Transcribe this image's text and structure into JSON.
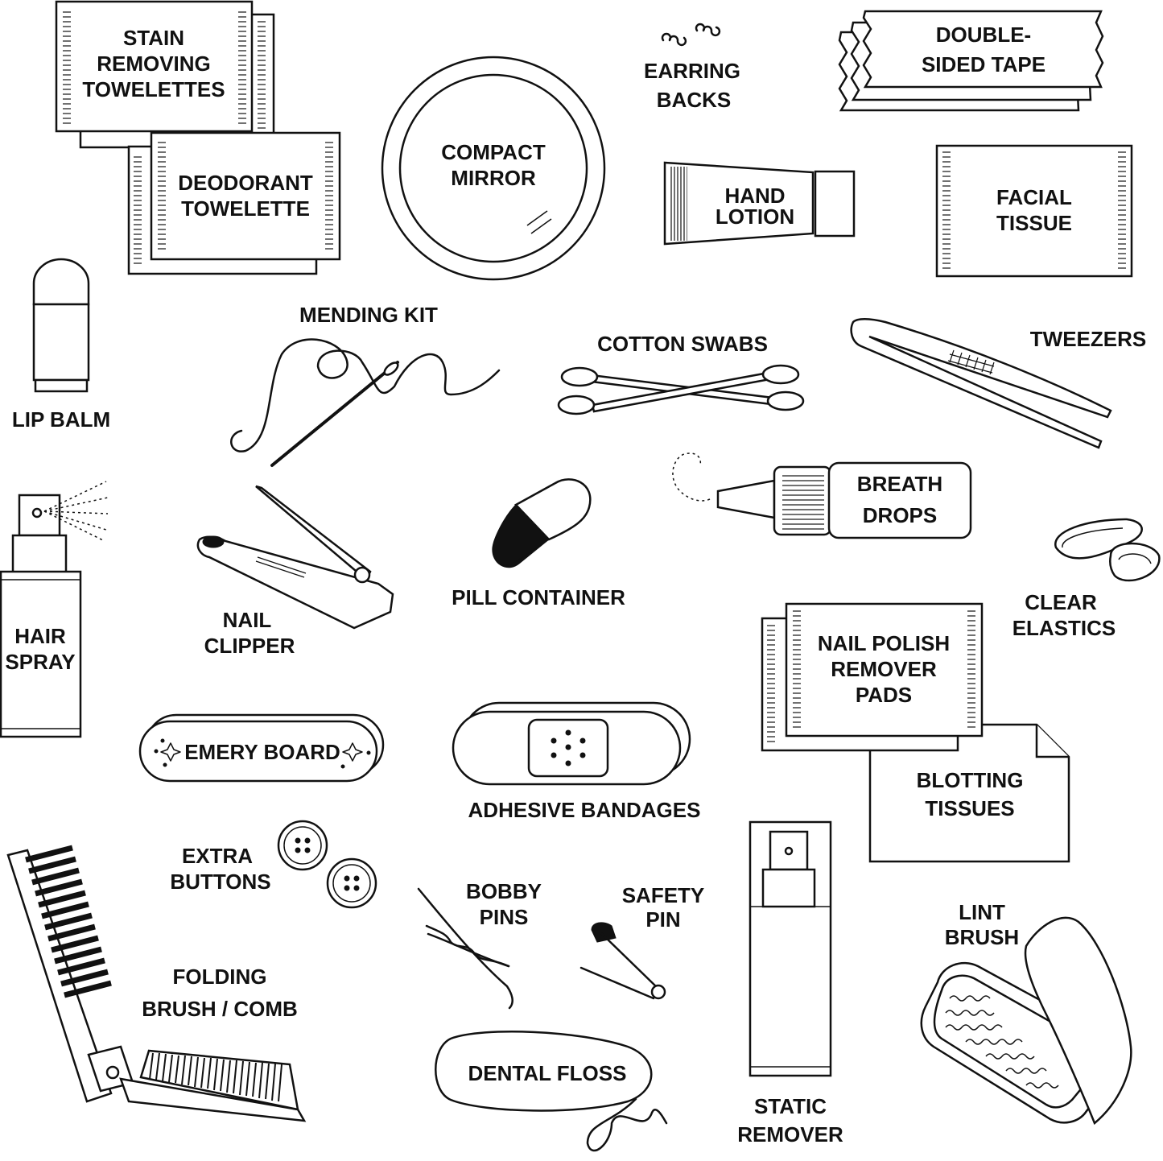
{
  "items": {
    "stain_removing_towelettes": [
      "STAIN",
      "REMOVING",
      "TOWELETTES"
    ],
    "deodorant_towelette": [
      "DEODORANT",
      "TOWELETTE"
    ],
    "compact_mirror": [
      "COMPACT",
      "MIRROR"
    ],
    "earring_backs": [
      "EARRING",
      "BACKS"
    ],
    "double_sided_tape": [
      "DOUBLE-",
      "SIDED TAPE"
    ],
    "hand_lotion": [
      "HAND",
      "LOTION"
    ],
    "facial_tissue": [
      "FACIAL",
      "TISSUE"
    ],
    "lip_balm": "LIP BALM",
    "mending_kit": "MENDING KIT",
    "cotton_swabs": "COTTON SWABS",
    "tweezers": "TWEEZERS",
    "breath_drops": [
      "BREATH",
      "DROPS"
    ],
    "hair_spray": [
      "HAIR",
      "SPRAY"
    ],
    "nail_clipper": [
      "NAIL",
      "CLIPPER"
    ],
    "pill_container": "PILL CONTAINER",
    "clear_elastics": [
      "CLEAR",
      "ELASTICS"
    ],
    "nail_polish_remover_pads": [
      "NAIL POLISH",
      "REMOVER",
      "PADS"
    ],
    "emery_board": "EMERY BOARD",
    "adhesive_bandages": "ADHESIVE BANDAGES",
    "blotting_tissues": [
      "BLOTTING",
      "TISSUES"
    ],
    "extra_buttons": [
      "EXTRA",
      "BUTTONS"
    ],
    "bobby_pins": [
      "BOBBY",
      "PINS"
    ],
    "safety_pin": [
      "SAFETY",
      "PIN"
    ],
    "lint_brush": [
      "LINT",
      "BRUSH"
    ],
    "folding_brush_comb": [
      "FOLDING",
      "BRUSH / COMB"
    ],
    "dental_floss": "DENTAL FLOSS",
    "static_remover": [
      "STATIC",
      "REMOVER"
    ]
  }
}
